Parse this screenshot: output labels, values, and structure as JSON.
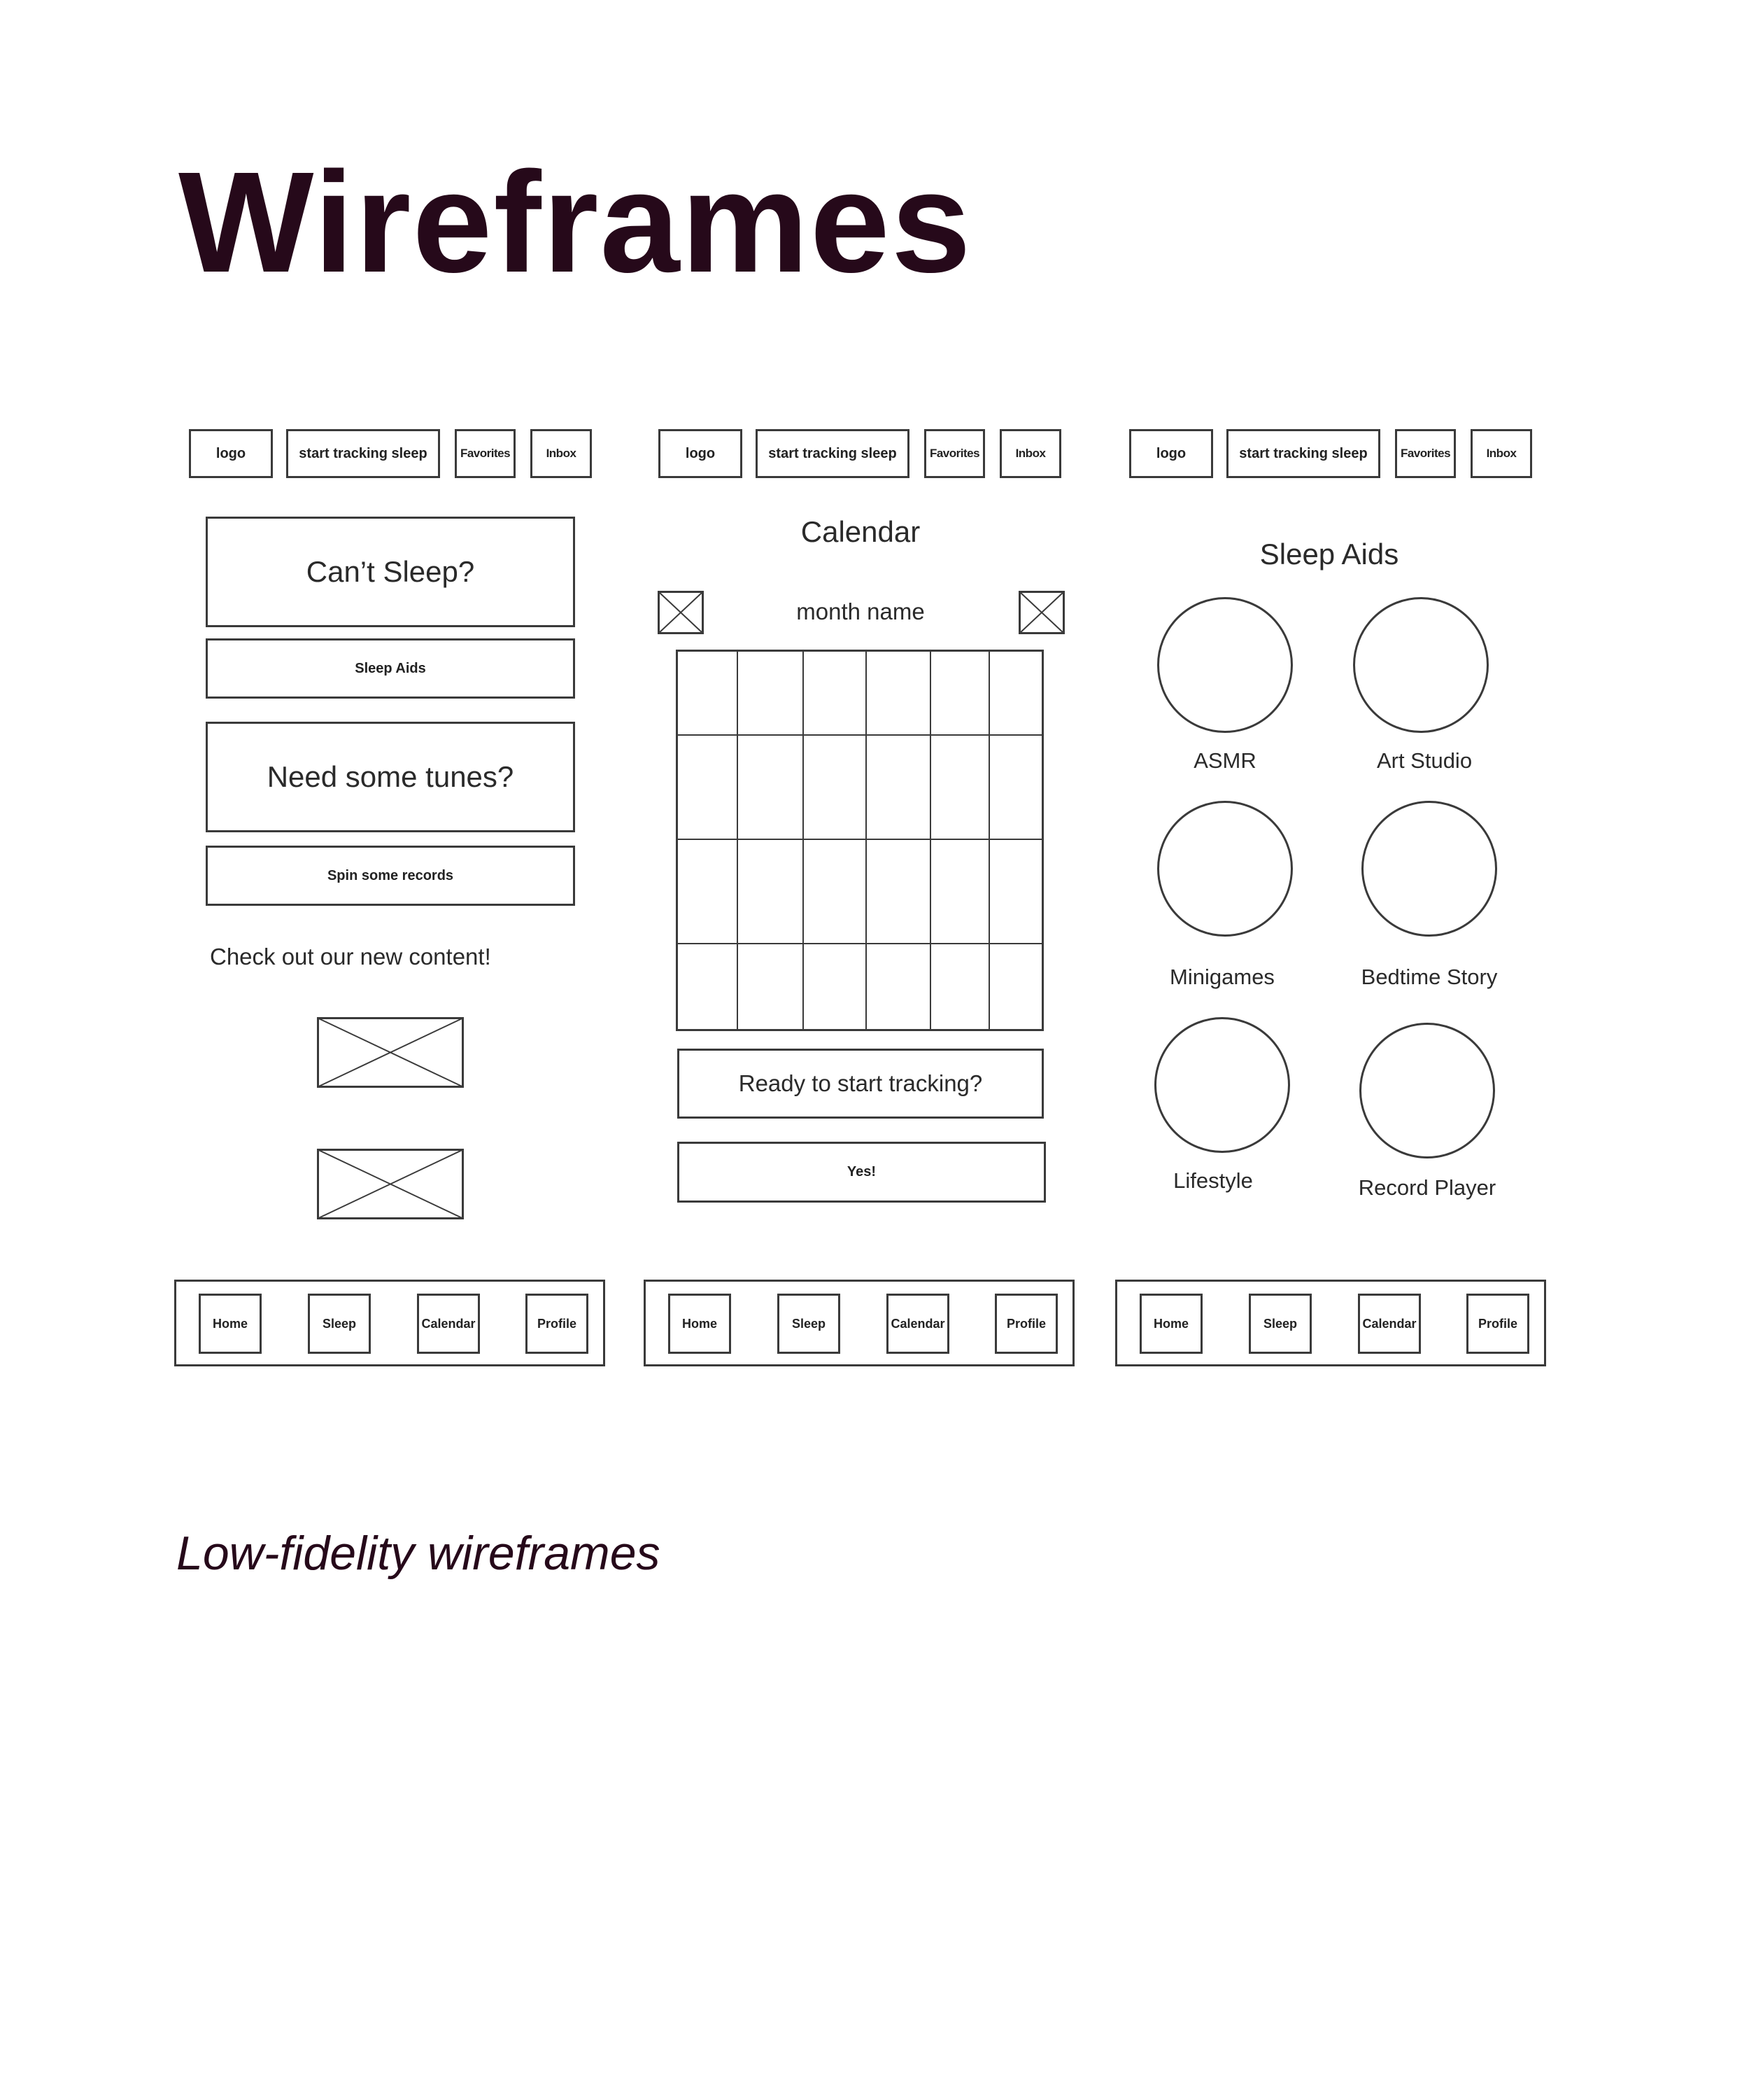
{
  "title": "Wireframes",
  "caption": "Low-fidelity wireframes",
  "header": {
    "logo": "logo",
    "start": "start tracking sleep",
    "favorites": "Favorites",
    "inbox": "Inbox"
  },
  "footer": {
    "home": "Home",
    "sleep": "Sleep",
    "calendar": "Calendar",
    "profile": "Profile"
  },
  "home_screen": {
    "cant_sleep": "Can’t Sleep?",
    "sleep_aids_button": "Sleep Aids",
    "need_tunes": "Need some tunes?",
    "spin_records_button": "Spin some records",
    "new_content": "Check out our new content!"
  },
  "calendar_screen": {
    "title": "Calendar",
    "month_name": "month name",
    "ready": "Ready to start tracking?",
    "yes_button": "Yes!"
  },
  "sleep_aids_screen": {
    "title": "Sleep Aids",
    "items": [
      "ASMR",
      "Art Studio",
      "Minigames",
      "Bedtime Story",
      "Lifestyle",
      "Record Player"
    ]
  },
  "colors": {
    "title": "#26091a",
    "outline": "#3a3a3a"
  }
}
